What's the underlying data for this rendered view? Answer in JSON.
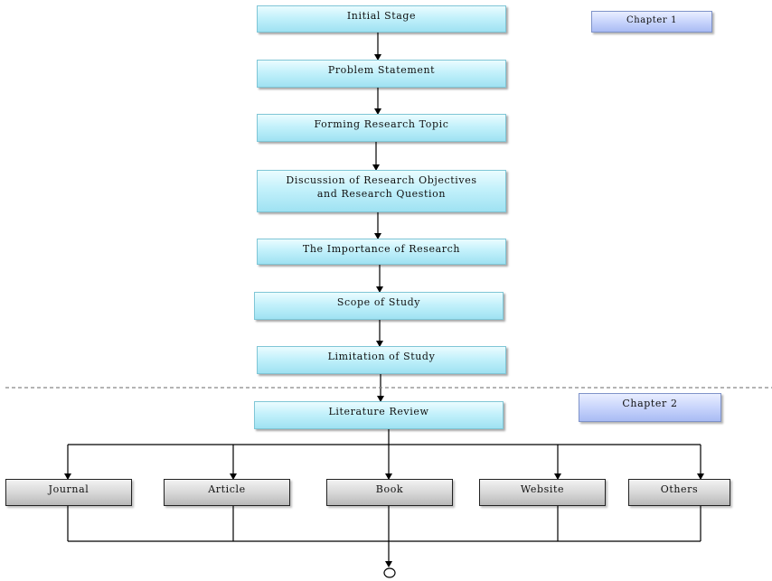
{
  "chapters": {
    "chapter1": "Chapter 1",
    "chapter2": "Chapter 2"
  },
  "steps": {
    "initial_stage": "Initial Stage",
    "problem_statement": "Problem Statement",
    "forming_topic": "Forming Research Topic",
    "discussion_line1": "Discussion of Research Objectives",
    "discussion_line2": "and Research Question",
    "importance": "The Importance of Research",
    "scope": "Scope of Study",
    "limitation": "Limitation of Study",
    "literature_review": "Literature Review"
  },
  "sources": {
    "journal": "Journal",
    "article": "Article",
    "book": "Book",
    "website": "Website",
    "others": "Others"
  }
}
